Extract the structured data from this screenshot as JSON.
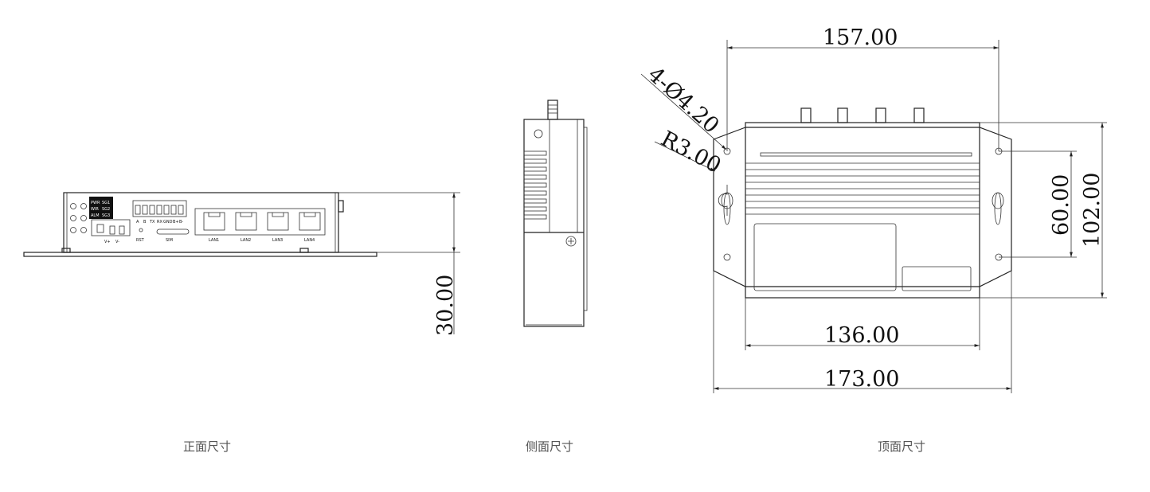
{
  "front_view": {
    "caption": "正面尺寸",
    "height_dim": "30.00",
    "led_labels": [
      "PWR",
      "WIR",
      "ALM",
      "SG1",
      "SG2",
      "SG3"
    ],
    "power_labels": [
      "V+",
      "V-"
    ],
    "terminal_labels": [
      "A",
      "B",
      "TX",
      "RX",
      "GND",
      "B+",
      "B-"
    ],
    "rst_label": "RST",
    "sim_label": "SIM",
    "lan_ports": [
      "LAN1",
      "LAN2",
      "LAN3",
      "LAN4"
    ]
  },
  "side_view": {
    "caption": "侧面尺寸"
  },
  "top_view": {
    "caption": "顶面尺寸",
    "width_hole_dim": "157.00",
    "hole_dim": "4-Ø4.20",
    "radius_dim": "R3.00",
    "body_width_dim": "136.00",
    "overall_width_dim": "173.00",
    "hole_height_dim": "60.00",
    "overall_height_dim": "102.00"
  }
}
